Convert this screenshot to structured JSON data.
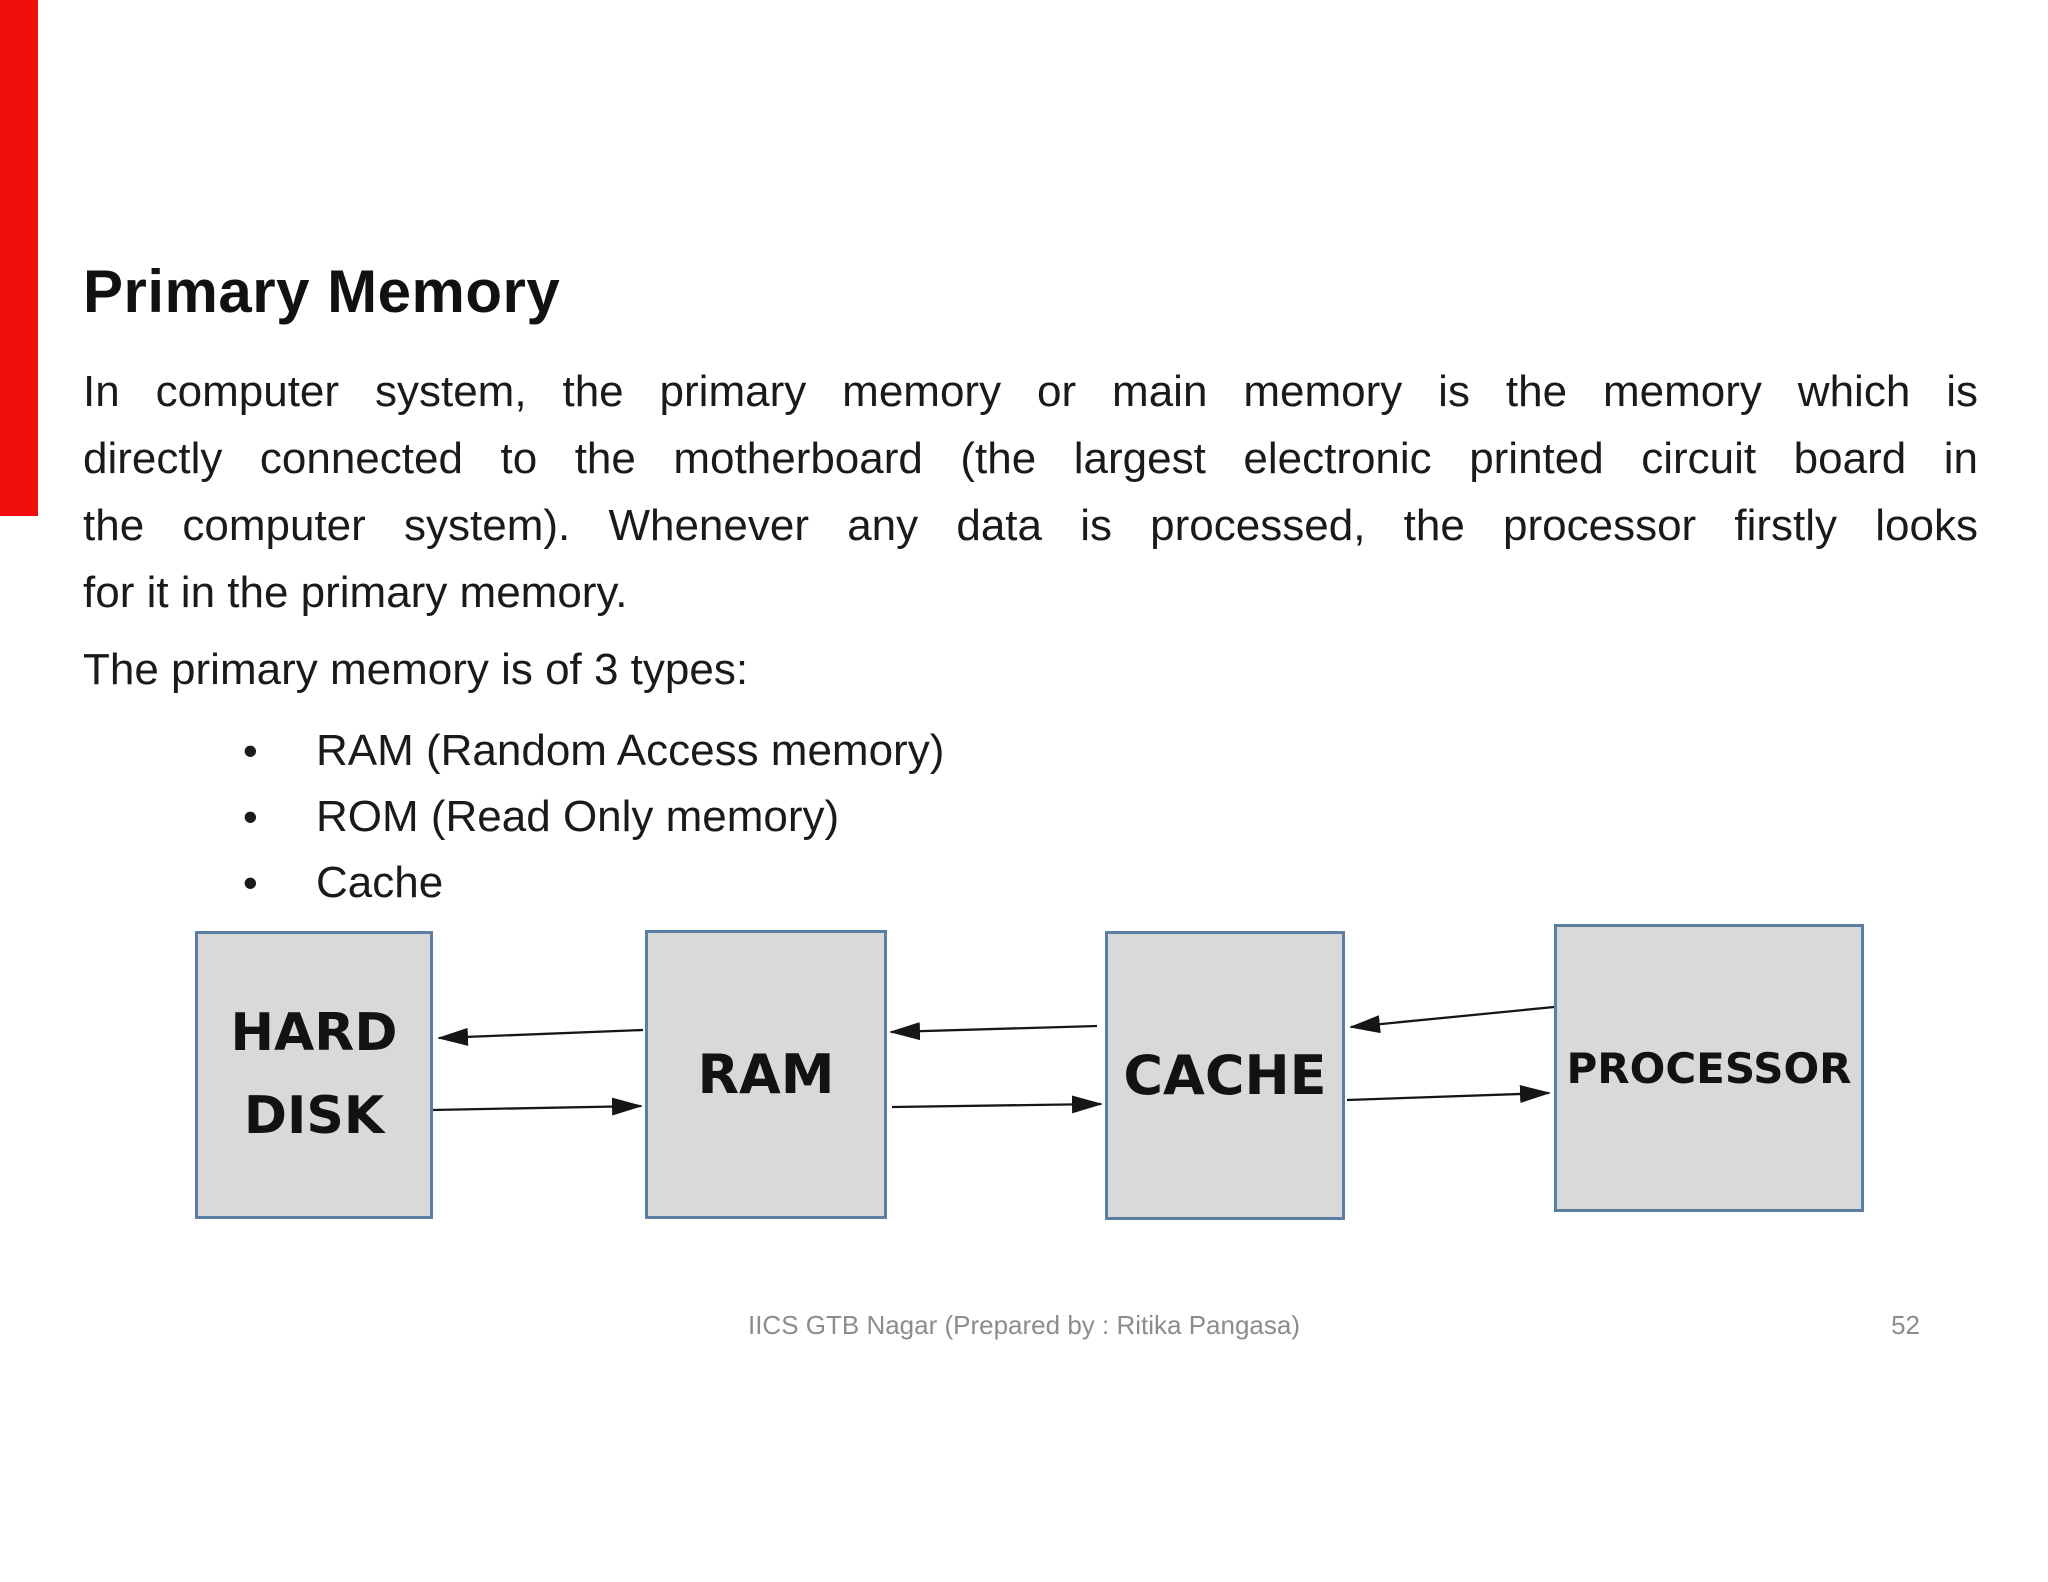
{
  "slide": {
    "title": "Primary Memory",
    "paragraph_lines": [
      "In computer system, the primary memory or main memory is the memory which is",
      "directly connected to the motherboard (the largest electronic printed circuit board in",
      "the computer system). Whenever any data is processed, the processor firstly looks",
      "for it in the primary memory."
    ],
    "types_heading": "The primary memory is of 3 types:",
    "bullets": [
      "RAM (Random Access memory)",
      "ROM (Read Only memory)",
      "Cache"
    ],
    "diagram": {
      "boxes": [
        {
          "id": "hard-disk",
          "label": "HARD DISK"
        },
        {
          "id": "ram",
          "label": "RAM"
        },
        {
          "id": "cache",
          "label": "CACHE"
        },
        {
          "id": "processor",
          "label": "PROCESSOR"
        }
      ],
      "connections": [
        {
          "from": "ram",
          "to": "hard-disk"
        },
        {
          "from": "hard-disk",
          "to": "ram"
        },
        {
          "from": "cache",
          "to": "ram"
        },
        {
          "from": "ram",
          "to": "cache"
        },
        {
          "from": "processor",
          "to": "cache"
        },
        {
          "from": "cache",
          "to": "processor"
        }
      ]
    },
    "footer": {
      "text": "IICS GTB Nagar (Prepared by : Ritika Pangasa)",
      "page_number": "52"
    },
    "colors": {
      "accent_bar": "#f20d0d",
      "box_fill": "#d9d9d9",
      "box_border": "#5b7ea3",
      "body_text": "#1a1a1a",
      "footer_text": "#8c8c8c"
    }
  }
}
